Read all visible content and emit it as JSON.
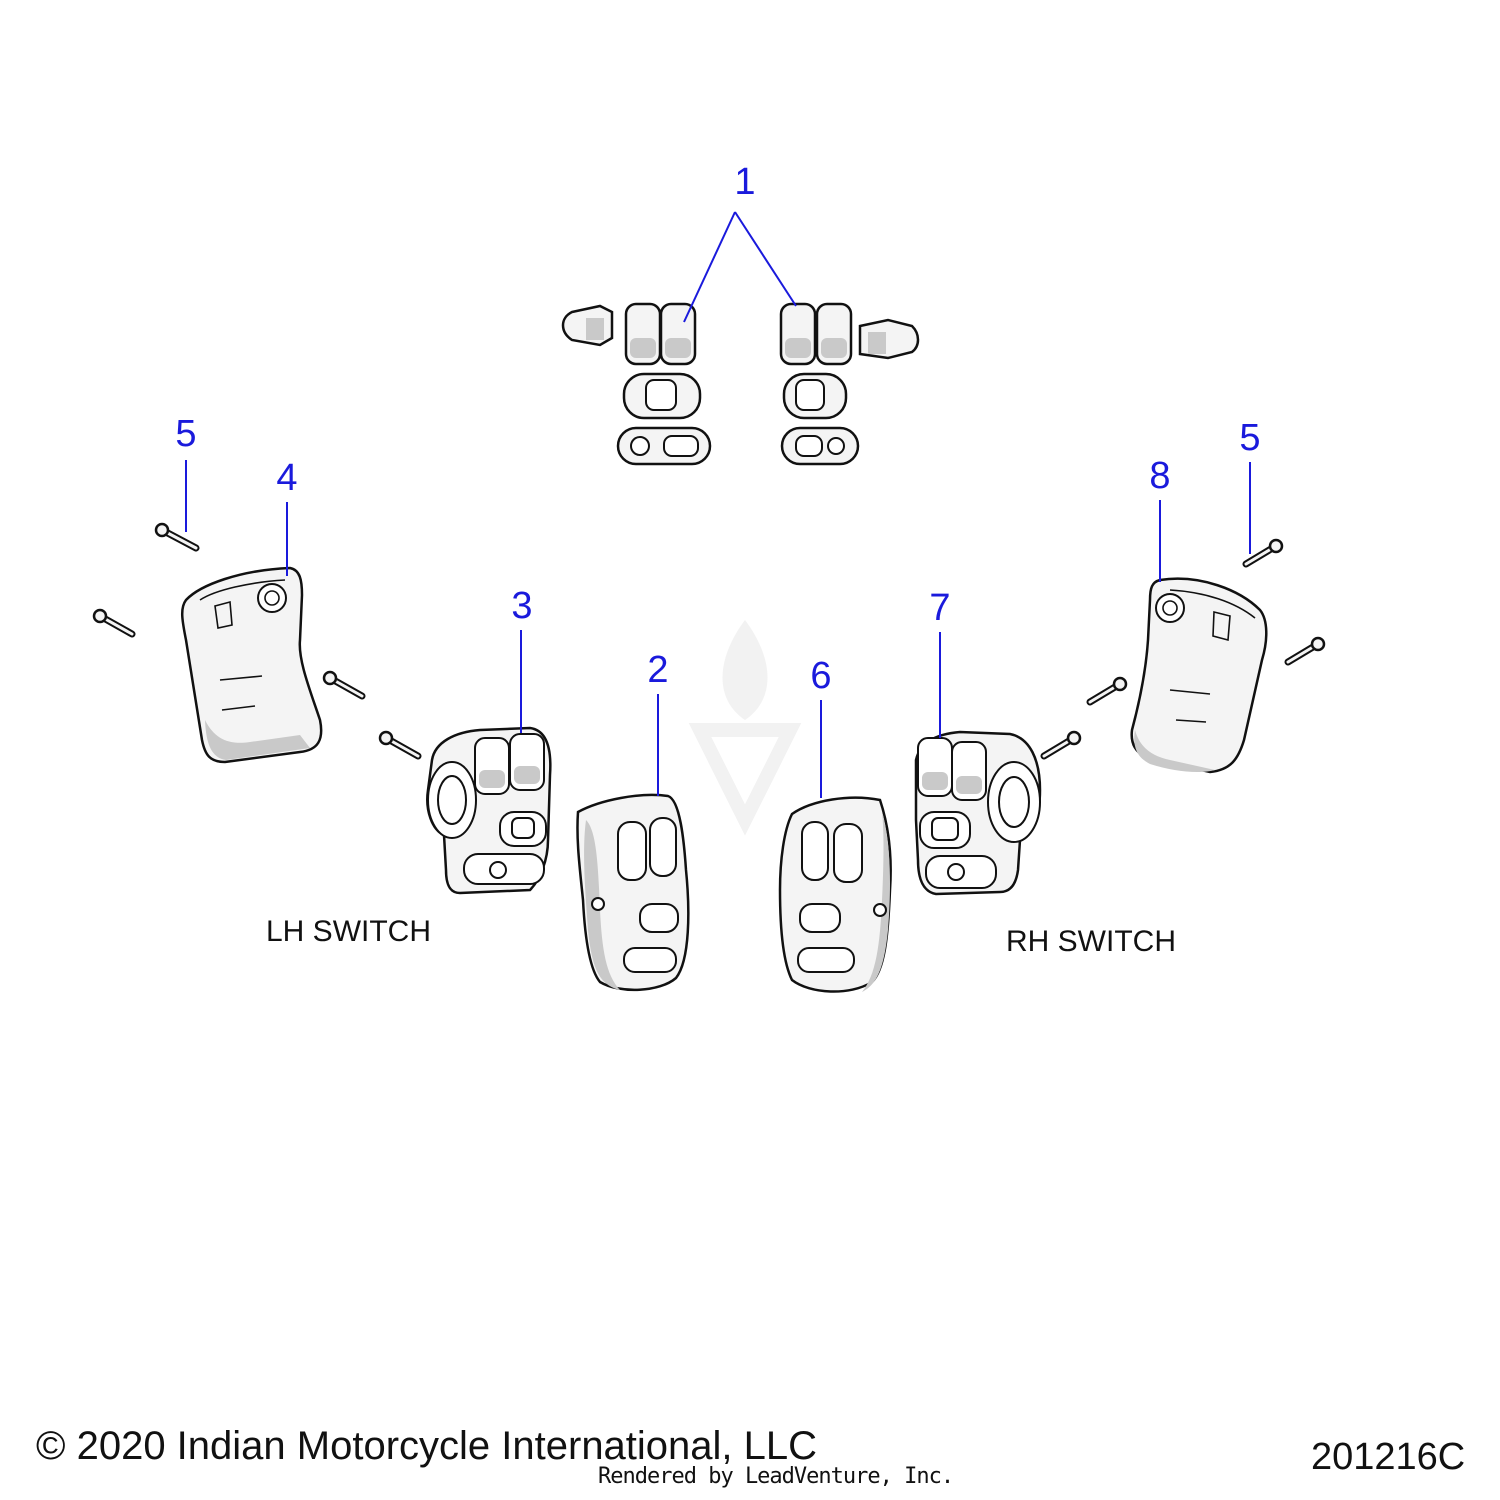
{
  "callouts": [
    {
      "id": "1",
      "label": "1"
    },
    {
      "id": "2",
      "label": "2"
    },
    {
      "id": "3",
      "label": "3"
    },
    {
      "id": "4",
      "label": "4"
    },
    {
      "id": "5a",
      "label": "5"
    },
    {
      "id": "5b",
      "label": "5"
    },
    {
      "id": "6",
      "label": "6"
    },
    {
      "id": "7",
      "label": "7"
    },
    {
      "id": "8",
      "label": "8"
    }
  ],
  "labels": {
    "lh_switch": "LH SWITCH",
    "rh_switch": "RH SWITCH"
  },
  "footer": {
    "copyright": "© 2020 Indian Motorcycle International, LLC",
    "rendered_by": "Rendered by LeadVenture, Inc.",
    "diagram_number": "201216C"
  },
  "colors": {
    "callout": "#1a1adc",
    "line": "#111111",
    "part_fill": "#f4f4f4",
    "shadow": "#c9c9c9",
    "watermark": "#e6e6e6"
  }
}
